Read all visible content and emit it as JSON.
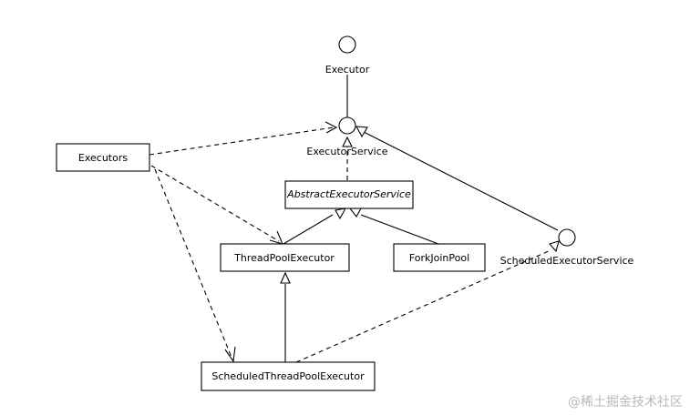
{
  "diagram": {
    "interfaces": {
      "executor": "Executor",
      "executor_service": "ExecutorService",
      "scheduled_executor_service": "ScheduledExecutorService"
    },
    "classes": {
      "executors": "Executors",
      "abstract_executor_service": "AbstractExecutorService",
      "thread_pool_executor": "ThreadPoolExecutor",
      "fork_join_pool": "ForkJoinPool",
      "scheduled_thread_pool_executor": "ScheduledThreadPoolExecutor"
    }
  },
  "watermark": "@稀土掘金技术社区"
}
